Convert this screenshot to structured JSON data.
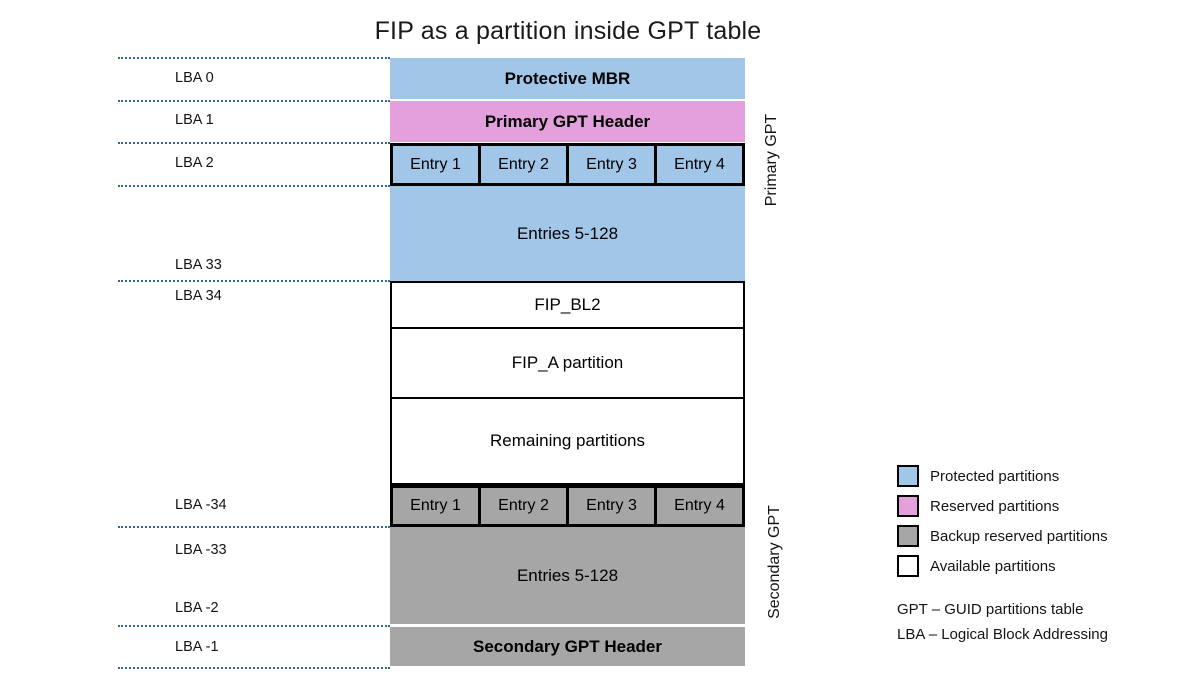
{
  "title": "FIP as a partition inside GPT table",
  "colors": {
    "protected": "#A1C6E8",
    "reserved": "#E3A0DC",
    "backup": "#A6A6A6",
    "available": "#FFFFFF",
    "dotted_line": "#2E6B8C"
  },
  "lba_labels": [
    "LBA 0",
    "LBA 1",
    "LBA 2",
    "LBA 33",
    "LBA 34",
    "LBA -34",
    "LBA -33",
    "LBA -2",
    "LBA -1"
  ],
  "blocks": {
    "protective_mbr": "Protective MBR",
    "primary_gpt_header": "Primary GPT Header",
    "primary_entries": [
      "Entry 1",
      "Entry 2",
      "Entry 3",
      "Entry 4"
    ],
    "primary_entries_rest": "Entries 5-128",
    "fip_bl2": "FIP_BL2",
    "fip_a": "FIP_A partition",
    "remaining": "Remaining partitions",
    "secondary_entries": [
      "Entry 1",
      "Entry 2",
      "Entry 3",
      "Entry 4"
    ],
    "secondary_entries_rest": "Entries 5-128",
    "secondary_gpt_header": "Secondary GPT Header"
  },
  "side_labels": {
    "primary": "Primary GPT",
    "secondary": "Secondary GPT"
  },
  "legend": {
    "items": [
      {
        "label": "Protected partitions",
        "color": "#A1C6E8"
      },
      {
        "label": "Reserved partitions",
        "color": "#E3A0DC"
      },
      {
        "label": "Backup reserved partitions",
        "color": "#A6A6A6"
      },
      {
        "label": "Available partitions",
        "color": "#FFFFFF"
      }
    ]
  },
  "footnotes": [
    "GPT – GUID partitions table",
    "LBA – Logical Block Addressing"
  ]
}
